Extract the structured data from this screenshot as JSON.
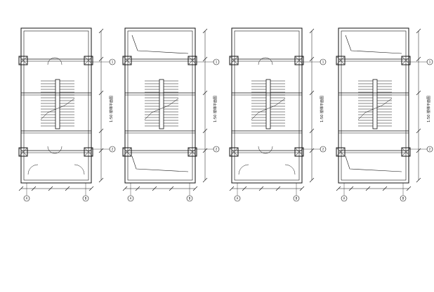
{
  "drawing": {
    "line_color": "#111111",
    "hatch_color": "#555555",
    "background": "#ffffff",
    "plans": [
      {
        "id": "plan-1",
        "title": "1:50 楼梯平面图",
        "variant": "ground"
      },
      {
        "id": "plan-2",
        "title": "1:50 楼梯平面图",
        "variant": "top"
      },
      {
        "id": "plan-3",
        "title": "1:50 楼梯平面图",
        "variant": "ground"
      },
      {
        "id": "plan-4",
        "title": "1:50 楼梯平面图",
        "variant": "top"
      }
    ],
    "axis_labels": {
      "bottom_left": "A",
      "bottom_right": "B",
      "right_top": "1",
      "right_bottom": "2"
    }
  }
}
